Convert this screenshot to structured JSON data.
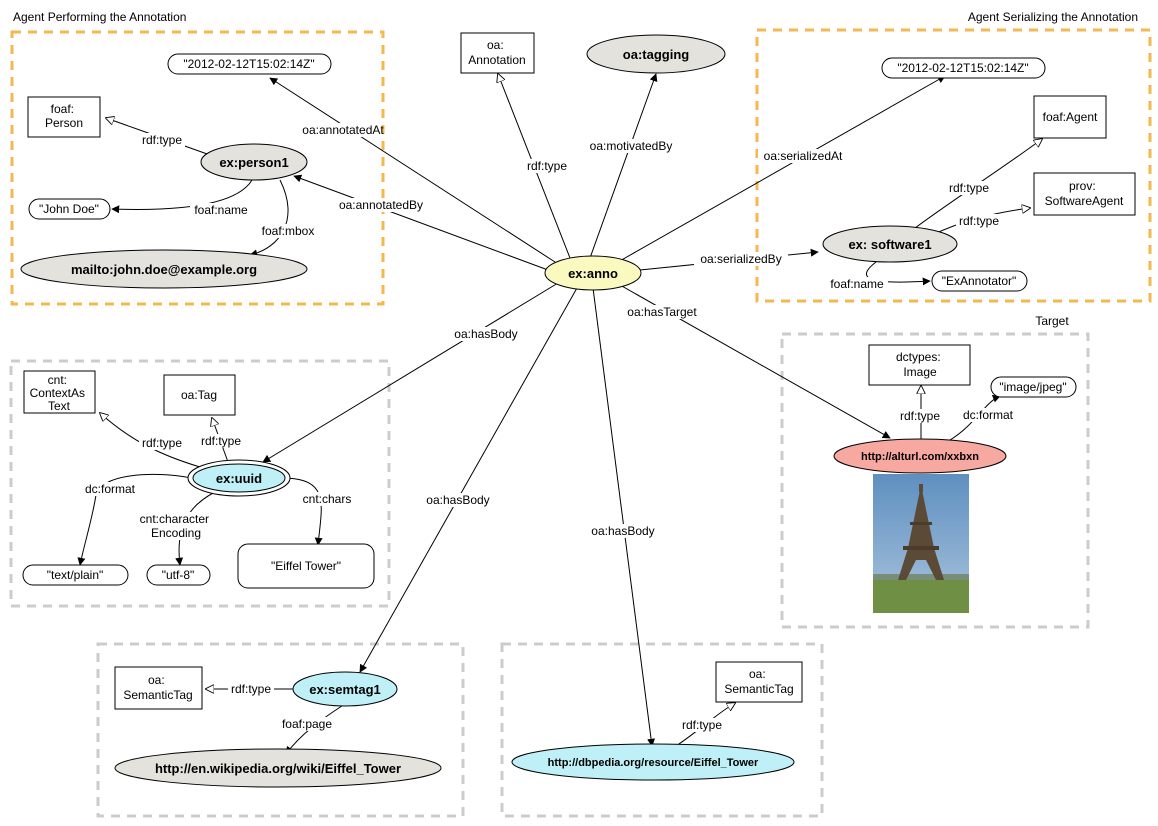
{
  "colors": {
    "ellipse_gray": "#e4e2dd",
    "ellipse_yellow": "#f9f9c0",
    "ellipse_cyan": "#bff0f7",
    "ellipse_pink": "#f7a8a0",
    "orange_box": "#f5b74f",
    "gray_box": "#cccccc",
    "sky": "#6f9cc8",
    "grass": "#6e8f44",
    "tower": "#5b4a36"
  },
  "groups": {
    "performing_title": "Agent Performing the Annotation",
    "serializing_title": "Agent Serializing the Annotation",
    "target_title": "Target"
  },
  "nodes": {
    "anno": "ex:anno",
    "annotation_class": [
      "oa:",
      "Annotation"
    ],
    "tagging": "oa:tagging",
    "annotated_at": "\"2012-02-12T15:02:14Z\"",
    "foaf_person": [
      "foaf:",
      "Person"
    ],
    "person1": "ex:person1",
    "john_doe": "\"John Doe\"",
    "mailto": "mailto:john.doe@example.org",
    "serialized_at": "\"2012-02-12T15:02:14Z\"",
    "foaf_agent": "foaf:Agent",
    "prov_agent": [
      "prov:",
      "SoftwareAgent"
    ],
    "software1": "ex: software1",
    "exannotator": "\"ExAnnotator\"",
    "dctypes_image": [
      "dctypes:",
      "Image"
    ],
    "image_jpeg": "\"image/jpeg\"",
    "target_url": "http://alturl.com/xxbxn",
    "cnt_content": [
      "cnt:",
      "ContextAs",
      "Text"
    ],
    "oa_tag": "oa:Tag",
    "uuid": "ex:uuid",
    "text_plain": "\"text/plain\"",
    "utf8": "\"utf-8\"",
    "eiffel_tower_text": "\"Eiffel Tower\"",
    "semantic_tag_1": [
      "oa:",
      "SemanticTag"
    ],
    "semtag1": "ex:semtag1",
    "wikipedia": "http://en.wikipedia.org/wiki/Eiffel_Tower",
    "semantic_tag_2": [
      "oa:",
      "SemanticTag"
    ],
    "dbpedia": "http://dbpedia.org/resource/Eiffel_Tower"
  },
  "edges": {
    "annotated_at": "oa:annotatedAt",
    "annotated_by": "oa:annotatedBy",
    "anno_type": "rdf:type",
    "motivated_by": "oa:motivatedBy",
    "serialized_at": "oa:serializedAt",
    "serialized_by": "oa:serializedBy",
    "has_target": "oa:hasTarget",
    "has_body_1": "oa:hasBody",
    "has_body_2": "oa:hasBody",
    "has_body_3": "oa:hasBody",
    "person_type": "rdf:type",
    "person_name": "foaf:name",
    "person_mbox": "foaf:mbox",
    "software_type_1": "rdf:type",
    "software_type_2": "rdf:type",
    "software_name": "foaf:name",
    "target_type": "rdf:type",
    "target_format": "dc:format",
    "uuid_type_1": "rdf:type",
    "uuid_type_2": "rdf:type",
    "uuid_format": "dc:format",
    "uuid_encoding": [
      "cnt:character",
      "Encoding"
    ],
    "uuid_chars": "cnt:chars",
    "semtag_type": "rdf:type",
    "semtag_page": "foaf:page",
    "dbpedia_type": "rdf:type"
  }
}
